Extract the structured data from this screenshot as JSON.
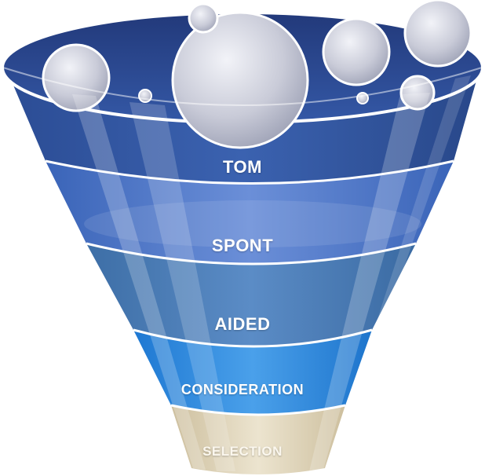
{
  "funnel": {
    "stages": [
      {
        "label": "TOM"
      },
      {
        "label": "SPONT"
      },
      {
        "label": "AIDED"
      },
      {
        "label": "CONSIDERATION"
      },
      {
        "label": "SELECTION"
      }
    ]
  },
  "colors": {
    "rim": "#2e4a93",
    "tom": "#30549f",
    "spont": "#4a73c8",
    "aided": "#4b7fb8",
    "consideration": "#2a86de",
    "selection": "#d8ccaf",
    "bubble": "#c9cbd8"
  }
}
